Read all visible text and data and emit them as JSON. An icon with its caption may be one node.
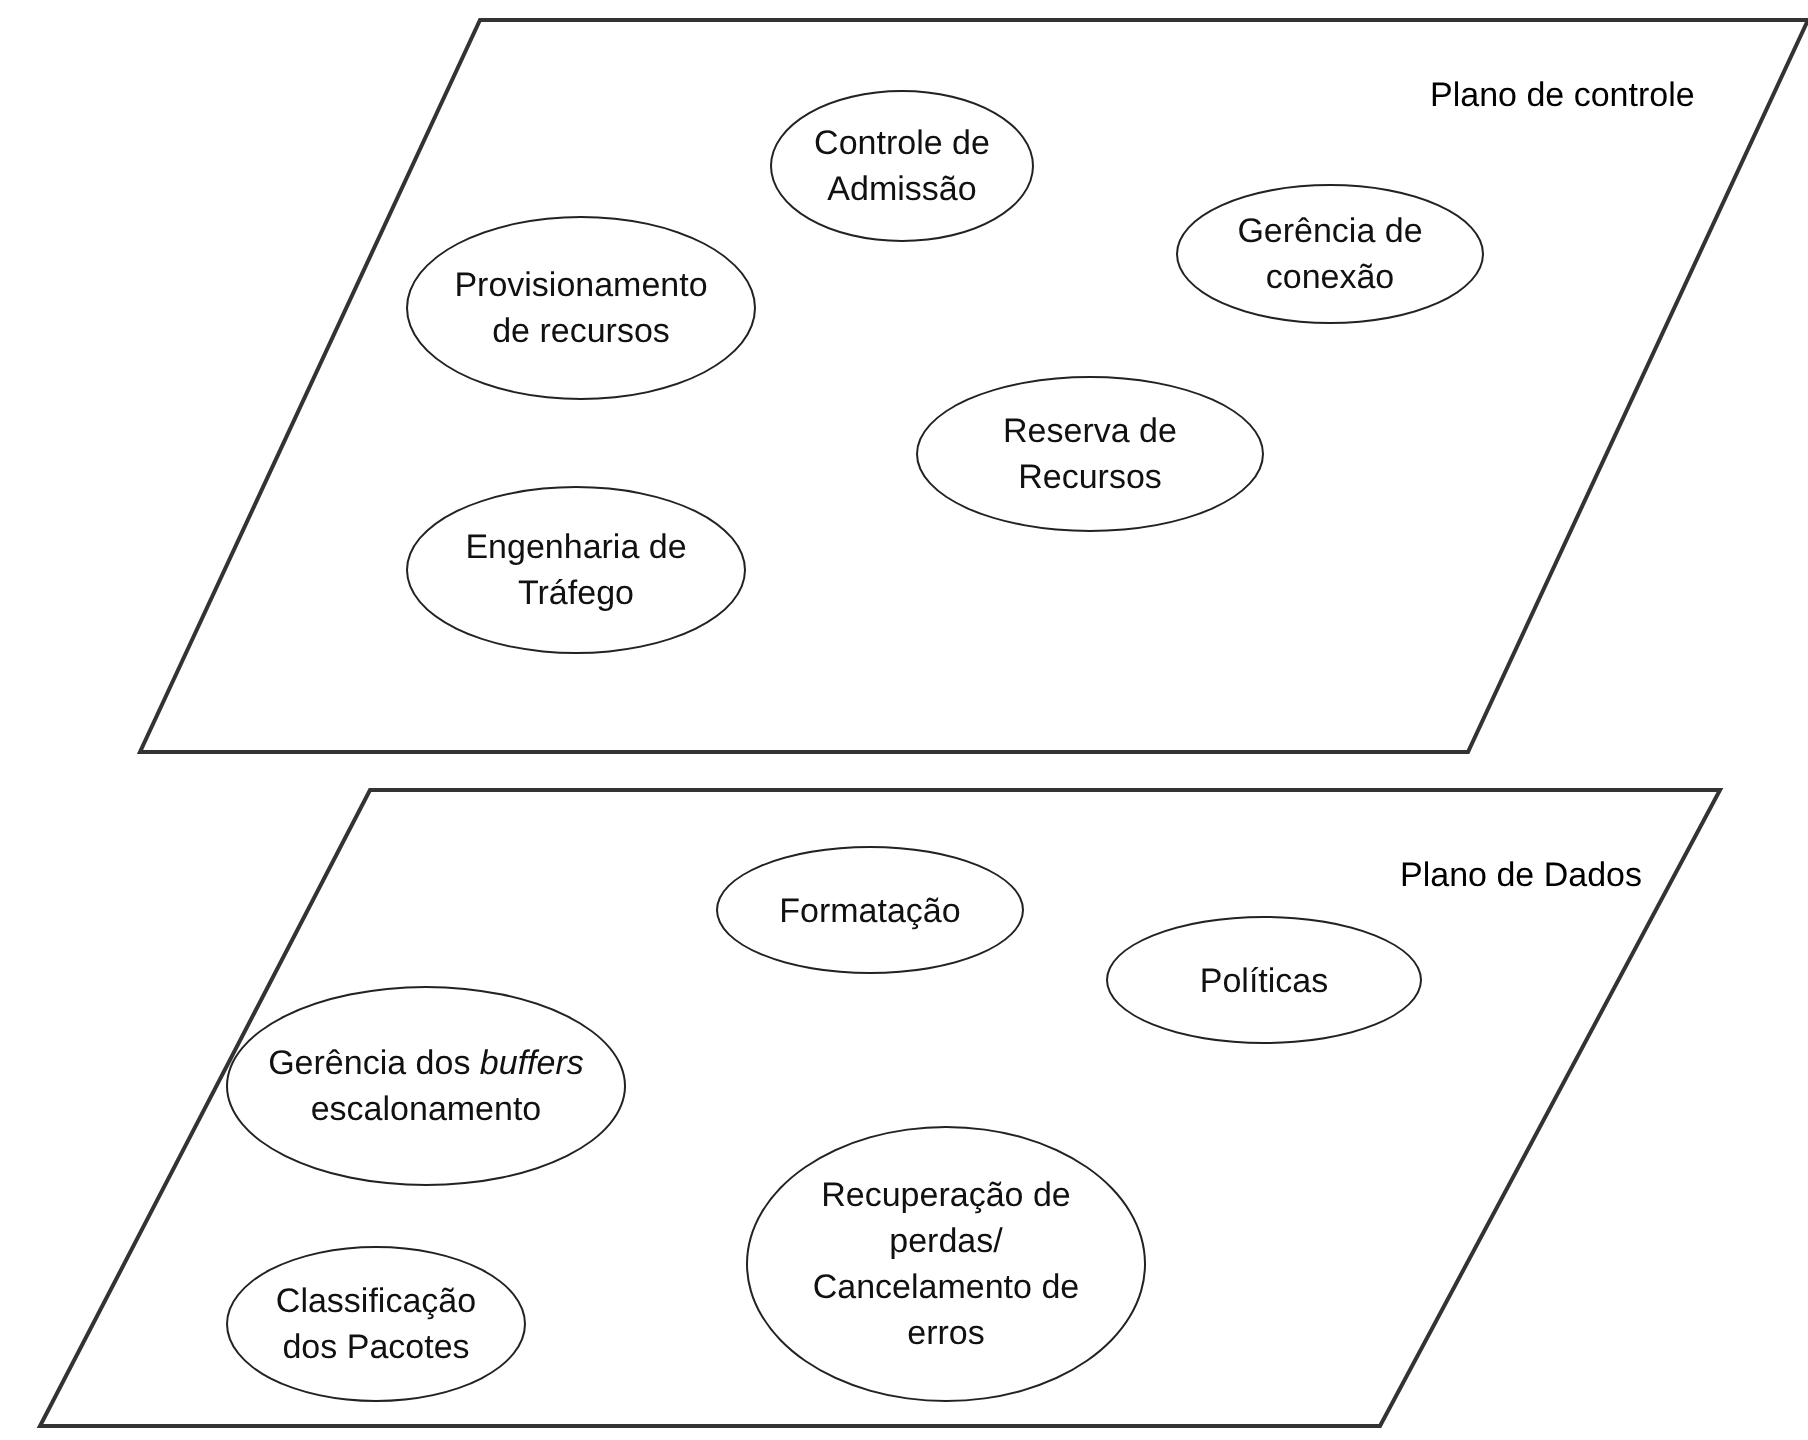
{
  "diagram": {
    "nodes": [
      {
        "text": [
          "Plano de controle"
        ]
      },
      {
        "text": [
          "Controle de Admissão"
        ],
        "in": 0
      },
      {
        "text": [
          "Provisionamento de recursos"
        ],
        "in": 0
      },
      {
        "text": [
          "Gerência de conexão"
        ],
        "in": 0
      },
      {
        "text": [
          "Reserva de Recursos"
        ],
        "in": 0
      },
      {
        "text": [
          "Engenharia de Tráfego"
        ],
        "in": 0
      },
      {
        "text": [
          "Plano de Dados"
        ]
      },
      {
        "text": [
          "Formatação"
        ],
        "in": 6
      },
      {
        "text": [
          "Gerência dos *buffers* escalonamento"
        ],
        "in": 6
      },
      {
        "text": [
          "Políticas"
        ],
        "in": 6
      },
      {
        "text": [
          "Recuperação de perdas/ Cancelamento de erros"
        ],
        "in": 6
      },
      {
        "text": [
          "Classificação dos Pacotes"
        ],
        "in": 6
      }
    ],
    "edges": []
  }
}
